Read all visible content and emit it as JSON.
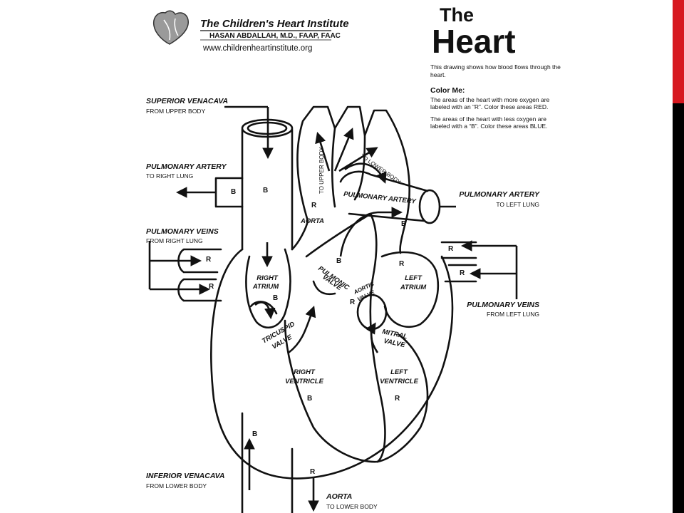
{
  "header": {
    "institute_name": "The Children's Heart Institute",
    "doctor": "HASAN ABDALLAH, M.D., FAAP, FAAC",
    "website": "www.childrenheartinstitute.org"
  },
  "title": {
    "line1": "The",
    "line2": "Heart"
  },
  "intro": {
    "text": "This drawing shows how blood flows through the heart.",
    "color_me_heading": "Color Me:",
    "red_instruction": "The areas of the heart with more oxygen are labeled with an “R”. Color these areas RED.",
    "blue_instruction": "The areas of the heart with less oxygen are labeled with a “B”. Color these areas BLUE."
  },
  "labels": {
    "superior_venacava": "SUPERIOR VENACAVA",
    "from_upper_body": "FROM UPPER BODY",
    "pulmonary_artery_right": "PULMONARY ARTERY",
    "to_right_lung": "TO RIGHT LUNG",
    "pulmonary_veins_right": "PULMONARY VEINS",
    "from_right_lung": "FROM RIGHT LUNG",
    "inferior_venacava": "INFERIOR VENACAVA",
    "from_lower_body": "FROM LOWER BODY",
    "pulmonary_artery_left": "PULMONARY ARTERY",
    "to_left_lung": "TO LEFT LUNG",
    "pulmonary_veins_left": "PULMONARY VEINS",
    "from_left_lung": "FROM LEFT LUNG",
    "aorta_bottom": "AORTA",
    "to_lower_body": "TO LOWER BODY",
    "aorta_inner": "AORTA",
    "pulmonary_artery_inner": "PULMONARY ARTERY",
    "to_upper_body": "TO UPPER BODY",
    "to_lower_body_inner": "TO LOWER BODY",
    "right_atrium_1": "RIGHT",
    "right_atrium_2": "ATRIUM",
    "left_atrium_1": "LEFT",
    "left_atrium_2": "ATRIUM",
    "right_ventricle_1": "RIGHT",
    "right_ventricle_2": "VENTRICLE",
    "left_ventricle_1": "LEFT",
    "left_ventricle_2": "VENTRICLE",
    "pulmonic_valve_1": "PULMONIC",
    "pulmonic_valve_2": "VALVE",
    "aortic_valve_1": "AORTIC",
    "aortic_valve_2": "VALVE",
    "tricuspid_valve_1": "TRICUSPID",
    "tricuspid_valve_2": "VALVE",
    "mitral_valve_1": "MITRAL",
    "mitral_valve_2": "VALVE"
  },
  "markers": {
    "red": "R",
    "blue": "B"
  },
  "colors": {
    "slide_bar": "#000000",
    "slide_accent": "#d71920",
    "line": "#111111"
  }
}
